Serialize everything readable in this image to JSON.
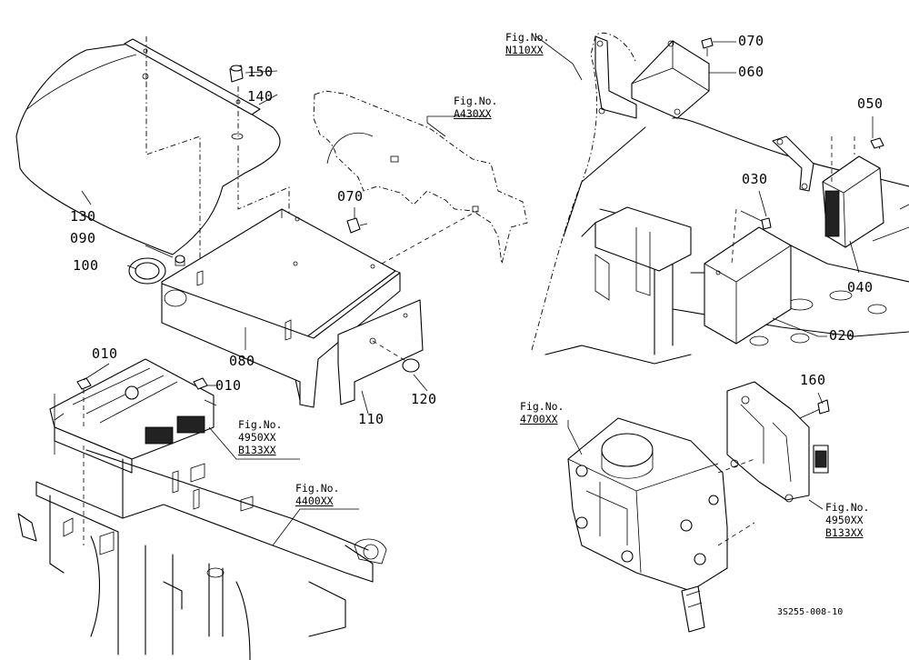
{
  "part_numbers": {
    "p150": "150",
    "p140": "140",
    "p130": "130",
    "p090": "090",
    "p100": "100",
    "p070_left": "070",
    "p080": "080",
    "p010_a": "010",
    "p010_b": "010",
    "p120": "120",
    "p110": "110",
    "p070_right": "070",
    "p060": "060",
    "p050": "050",
    "p030": "030",
    "p040": "040",
    "p020": "020",
    "p160": "160"
  },
  "fig_refs": {
    "a430": {
      "prefix": "Fig.No.",
      "code": "A430XX"
    },
    "n110": {
      "prefix": "Fig.No.",
      "code": "N110XX"
    },
    "r4950_left": {
      "prefix": "Fig.No.",
      "line1": "4950XX",
      "line2": "B133XX"
    },
    "r4400": {
      "prefix": "Fig.No.",
      "code": "4400XX"
    },
    "r4700": {
      "prefix": "Fig.No.",
      "code": "4700XX"
    },
    "r4950_right": {
      "prefix": "Fig.No.",
      "line1": "4950XX",
      "line2": "B133XX"
    }
  },
  "drawing_code": "3S255-008-10"
}
